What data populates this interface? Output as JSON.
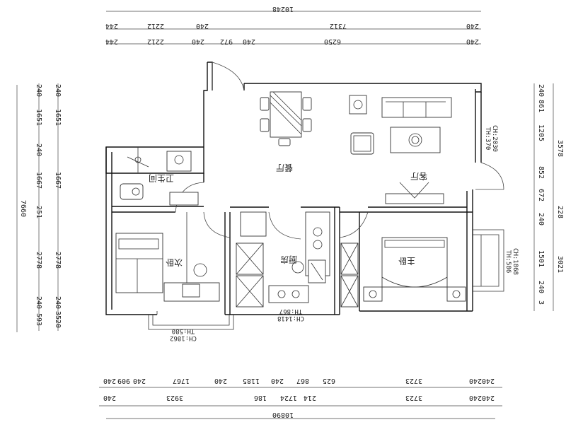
{
  "rooms": {
    "dining": "餐厅",
    "living": "客厅",
    "bathroom": "卫生间",
    "bedroom_second": "次卧",
    "kitchen": "厨房",
    "bedroom_master": "主卧"
  },
  "window_labels": {
    "living_window": [
      "TH:370",
      "CH:2030"
    ],
    "master_window": [
      "TH:586",
      "CH:1868"
    ],
    "bedroom_window": [
      "TH:580",
      "CH:1862"
    ],
    "kitchen_window": [
      "TH:867",
      "CH:1418"
    ]
  },
  "dimensions": {
    "top_total": "10248",
    "top_row1": [
      "244",
      "2212",
      "240",
      "7312",
      "240"
    ],
    "top_row2": [
      "244",
      "2212",
      "240",
      "972",
      "240",
      "6250",
      "240"
    ],
    "bottom_total": "10890",
    "bottom_row1": [
      "240",
      "909",
      "240",
      "1767",
      "240",
      "1185",
      "240",
      "867",
      "625",
      "3723",
      "240",
      "240"
    ],
    "bottom_row2": [
      "240",
      "3923",
      "186",
      "1724",
      "214",
      "3723",
      "240",
      "240"
    ],
    "left_total": "7660",
    "left_row1": [
      "240",
      "1651",
      "240",
      "1667",
      "251",
      "2778",
      "240",
      "593"
    ],
    "left_row2": [
      "240",
      "1651",
      "1667",
      "2778",
      "240",
      "3520"
    ],
    "right_row1": [
      "240",
      "861",
      "1205",
      "852",
      "672",
      "240",
      "1501",
      "240",
      "3"
    ],
    "right_row2": [
      "3578",
      "228",
      "3021"
    ]
  }
}
